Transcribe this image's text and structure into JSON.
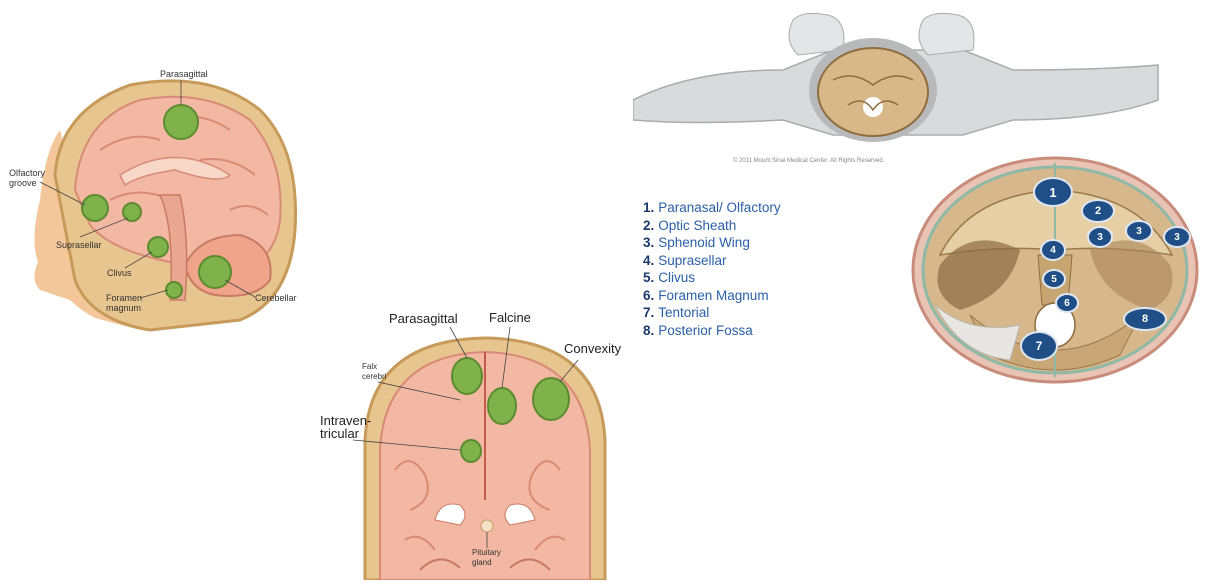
{
  "sagittal": {
    "labels": {
      "parasagittal": "Parasagittal",
      "olfactory": "Olfactory\ngroove",
      "suprasellar": "Suprasellar",
      "clivus": "Clivus",
      "foramen": "Foramen\nmagnum",
      "cerebellar": "Cerebellar"
    }
  },
  "coronal": {
    "labels": {
      "parasagittal": "Parasagittal",
      "falcine": "Falcine",
      "convexity": "Convexity",
      "falx": "Falx\ncerebri",
      "intraventricular": "Intraven-\ntricular",
      "pituitary": "Pituitary\ngland"
    }
  },
  "skull_base": {
    "copyright": "© 2011 Mount Sinai Medical Center. All Rights Reserved.",
    "legend": [
      {
        "num": "1.",
        "text": "Paranasal/ Olfactory"
      },
      {
        "num": "2.",
        "text": "Optic Sheath"
      },
      {
        "num": "3.",
        "text": "Sphenoid Wing"
      },
      {
        "num": "4.",
        "text": "Suprasellar"
      },
      {
        "num": "5.",
        "text": "Clivus"
      },
      {
        "num": "6.",
        "text": "Foramen Magnum"
      },
      {
        "num": "7.",
        "text": "Tentorial"
      },
      {
        "num": "8.",
        "text": "Posterior Fossa"
      }
    ],
    "badges": [
      "1",
      "2",
      "3",
      "3",
      "3",
      "4",
      "5",
      "6",
      "7",
      "8"
    ]
  },
  "colors": {
    "skin": "#f3c79a",
    "skull": "#e7c58e",
    "brain": "#f2b8a3",
    "tumor": "#7fb24a",
    "badge": "#1f4f86",
    "legend_text": "#2a5fa8"
  }
}
